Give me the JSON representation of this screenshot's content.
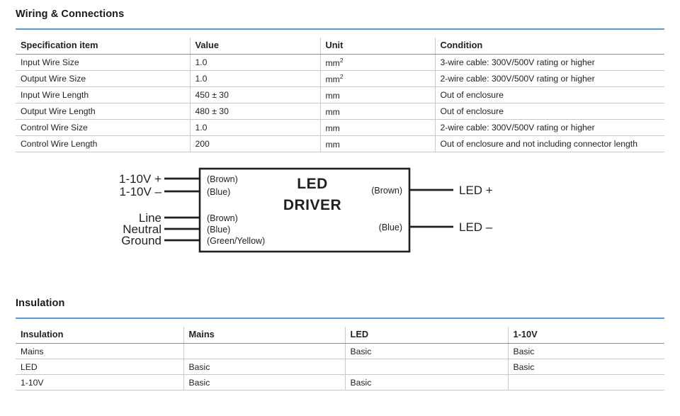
{
  "sections": {
    "wiring": {
      "title": "Wiring & Connections",
      "accent_color": "#5b9bd5",
      "table": {
        "headers": [
          "Specification item",
          "Value",
          "Unit",
          "Condition"
        ],
        "rows": [
          {
            "item": "Input Wire Size",
            "value": "1.0",
            "unit": "mm",
            "unit_sup": "2",
            "condition": "3-wire cable: 300V/500V rating or higher"
          },
          {
            "item": "Output Wire Size",
            "value": "1.0",
            "unit": "mm",
            "unit_sup": "2",
            "condition": "2-wire cable: 300V/500V rating or higher"
          },
          {
            "item": "Input Wire Length",
            "value": "450 ± 30",
            "unit": "mm",
            "unit_sup": "",
            "condition": "Out of enclosure"
          },
          {
            "item": "Output Wire Length",
            "value": "480 ± 30",
            "unit": "mm",
            "unit_sup": "",
            "condition": "Out of enclosure"
          },
          {
            "item": "Control Wire Size",
            "value": "1.0",
            "unit": "mm",
            "unit_sup": "",
            "condition": "2-wire cable: 300V/500V rating or higher"
          },
          {
            "item": "Control Wire Length",
            "value": "200",
            "unit": "mm",
            "unit_sup": "",
            "condition": "Out of enclosure and not including connector length"
          }
        ]
      }
    },
    "insulation": {
      "title": "Insulation",
      "accent_color": "#5b9bd5",
      "table": {
        "headers": [
          "Insulation",
          "Mains",
          "LED",
          "1-10V"
        ],
        "rows": [
          {
            "row_label": "Mains",
            "mains": "",
            "led": "Basic",
            "v1_10": "Basic"
          },
          {
            "row_label": "LED",
            "mains": "Basic",
            "led": "",
            "v1_10": "Basic"
          },
          {
            "row_label": "1-10V",
            "mains": "Basic",
            "led": "Basic",
            "v1_10": ""
          }
        ]
      }
    }
  },
  "diagram": {
    "device_label_line1": "LED",
    "device_label_line2": "DRIVER",
    "left_terminals": [
      {
        "label": "1-10V +",
        "wire_color": "(Brown)"
      },
      {
        "label": "1-10V –",
        "wire_color": "(Blue)"
      },
      {
        "label": "Line",
        "wire_color": "(Brown)"
      },
      {
        "label": "Neutral",
        "wire_color": "(Blue)"
      },
      {
        "label": "Ground",
        "wire_color": "(Green/Yellow)"
      }
    ],
    "right_terminals": [
      {
        "label": "LED +",
        "wire_color": "(Brown)"
      },
      {
        "label": "LED –",
        "wire_color": "(Blue)"
      }
    ]
  }
}
